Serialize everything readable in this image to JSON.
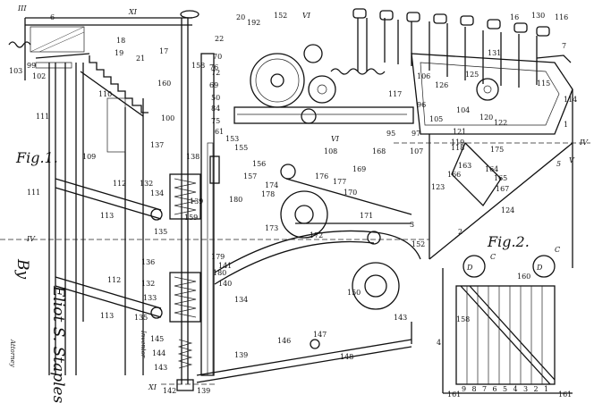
{
  "figures": [
    {
      "id": "fig1",
      "label": "Fig.1."
    },
    {
      "id": "fig2",
      "label": "Fig.2."
    }
  ],
  "inventor": "Eliot S. Staples",
  "inventor_caption": "Inventor",
  "attorney_by": "By",
  "attorney_caption": "Attorney",
  "section_marks": [
    "III",
    "XI",
    "IV",
    "XI",
    "IV",
    "V",
    "VI",
    "VI",
    "5",
    "C",
    "C",
    "D",
    "D"
  ],
  "reference_numerals": [
    {
      "t": "6"
    },
    {
      "t": "18"
    },
    {
      "t": "19"
    },
    {
      "t": "21"
    },
    {
      "t": "17"
    },
    {
      "t": "160"
    },
    {
      "t": "99"
    },
    {
      "t": "103"
    },
    {
      "t": "102"
    },
    {
      "t": "110"
    },
    {
      "t": "111"
    },
    {
      "t": "109"
    },
    {
      "t": "111"
    },
    {
      "t": "112"
    },
    {
      "t": "113"
    },
    {
      "t": "112"
    },
    {
      "t": "113"
    },
    {
      "t": "100"
    },
    {
      "t": "137"
    },
    {
      "t": "158"
    },
    {
      "t": "159"
    },
    {
      "t": "132"
    },
    {
      "t": "134"
    },
    {
      "t": "135"
    },
    {
      "t": "139"
    },
    {
      "t": "136"
    },
    {
      "t": "132"
    },
    {
      "t": "133"
    },
    {
      "t": "135"
    },
    {
      "t": "145"
    },
    {
      "t": "144"
    },
    {
      "t": "143"
    },
    {
      "t": "142"
    },
    {
      "t": "139"
    },
    {
      "t": "20"
    },
    {
      "t": "192"
    },
    {
      "t": "152"
    },
    {
      "t": "22"
    },
    {
      "t": "70"
    },
    {
      "t": "76"
    },
    {
      "t": "72"
    },
    {
      "t": "69"
    },
    {
      "t": "50"
    },
    {
      "t": "84"
    },
    {
      "t": "75"
    },
    {
      "t": "61"
    },
    {
      "t": "153"
    },
    {
      "t": "155"
    },
    {
      "t": "156"
    },
    {
      "t": "157"
    },
    {
      "t": "138"
    },
    {
      "t": "180"
    },
    {
      "t": "179"
    },
    {
      "t": "141"
    },
    {
      "t": "180"
    },
    {
      "t": "140"
    },
    {
      "t": "134"
    },
    {
      "t": "139"
    },
    {
      "t": "146"
    },
    {
      "t": "147"
    },
    {
      "t": "148"
    },
    {
      "t": "150"
    },
    {
      "t": "143"
    },
    {
      "t": "152"
    },
    {
      "t": "174"
    },
    {
      "t": "178"
    },
    {
      "t": "176"
    },
    {
      "t": "177"
    },
    {
      "t": "170"
    },
    {
      "t": "173"
    },
    {
      "t": "172"
    },
    {
      "t": "171"
    },
    {
      "t": "169"
    },
    {
      "t": "168"
    },
    {
      "t": "95"
    },
    {
      "t": "97"
    },
    {
      "t": "108"
    },
    {
      "t": "107"
    },
    {
      "t": "106"
    },
    {
      "t": "126"
    },
    {
      "t": "105"
    },
    {
      "t": "104"
    },
    {
      "t": "121"
    },
    {
      "t": "119"
    },
    {
      "t": "118"
    },
    {
      "t": "175"
    },
    {
      "t": "163"
    },
    {
      "t": "123"
    },
    {
      "t": "166"
    },
    {
      "t": "164"
    },
    {
      "t": "165"
    },
    {
      "t": "167"
    },
    {
      "t": "124"
    },
    {
      "t": "3"
    },
    {
      "t": "2"
    },
    {
      "t": "7"
    },
    {
      "t": "16"
    },
    {
      "t": "130"
    },
    {
      "t": "116"
    },
    {
      "t": "131"
    },
    {
      "t": "115"
    },
    {
      "t": "114"
    },
    {
      "t": "117"
    },
    {
      "t": "96"
    },
    {
      "t": "125"
    },
    {
      "t": "120"
    },
    {
      "t": "122"
    },
    {
      "t": "1"
    },
    {
      "t": "4"
    },
    {
      "t": "160"
    },
    {
      "t": "158"
    },
    {
      "t": "161"
    },
    {
      "t": "161"
    }
  ],
  "fig2_scale": [
    "9",
    "8",
    "7",
    "6",
    "5",
    "4",
    "3",
    "2",
    "1"
  ]
}
